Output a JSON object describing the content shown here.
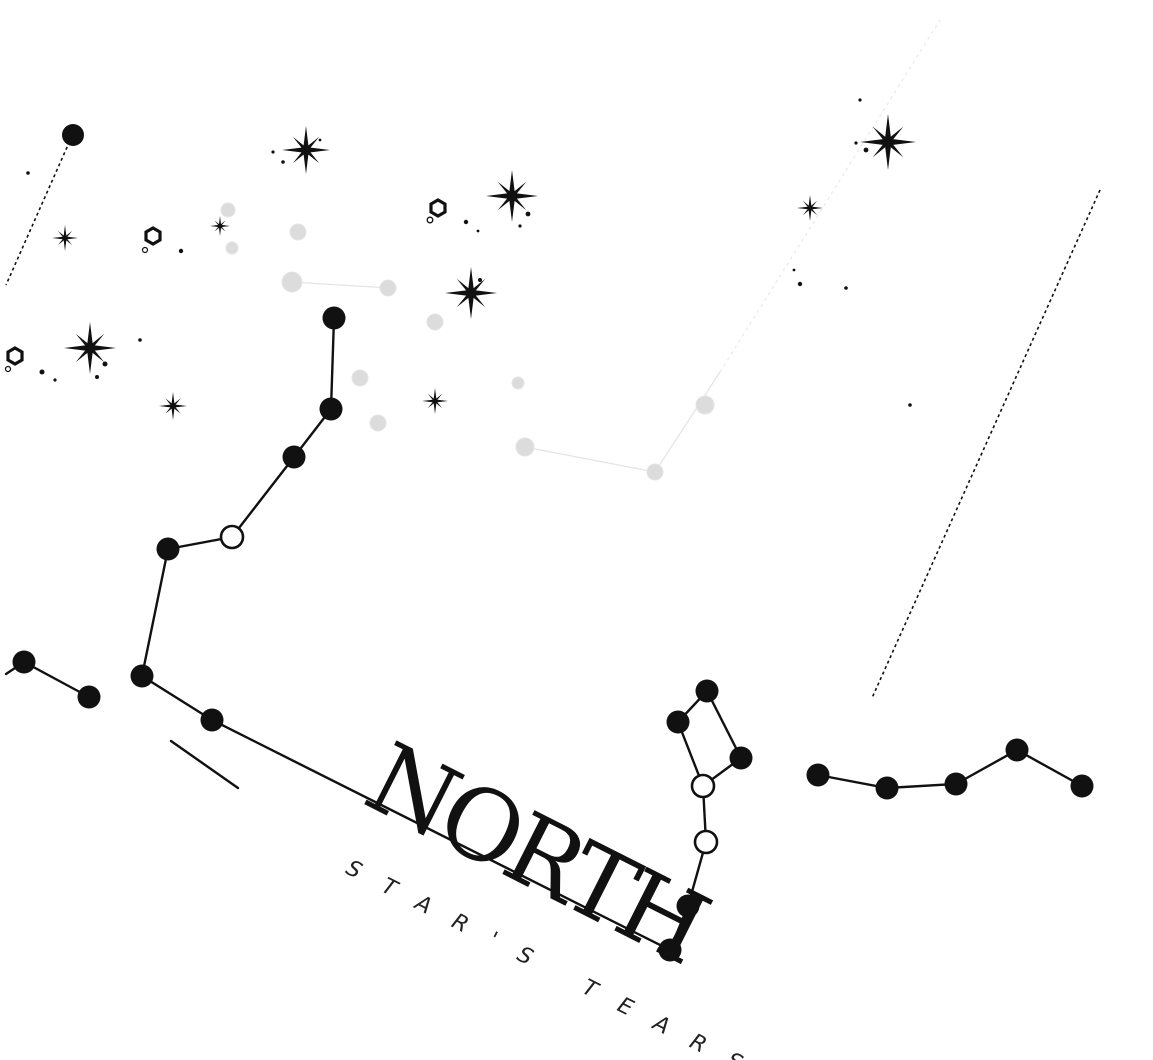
{
  "logo": {
    "title": "NORTH",
    "subtitle": "STAR'S TEARS"
  },
  "colors": {
    "ink": "#111111",
    "faint": "#d6d6d6",
    "background": "#ffffff"
  },
  "icons": {
    "filled_star": "filled-circle",
    "hollow_star": "hollow-circle",
    "sparkle": "four-point-sparkle",
    "hexagon": "hexagon-ring"
  }
}
